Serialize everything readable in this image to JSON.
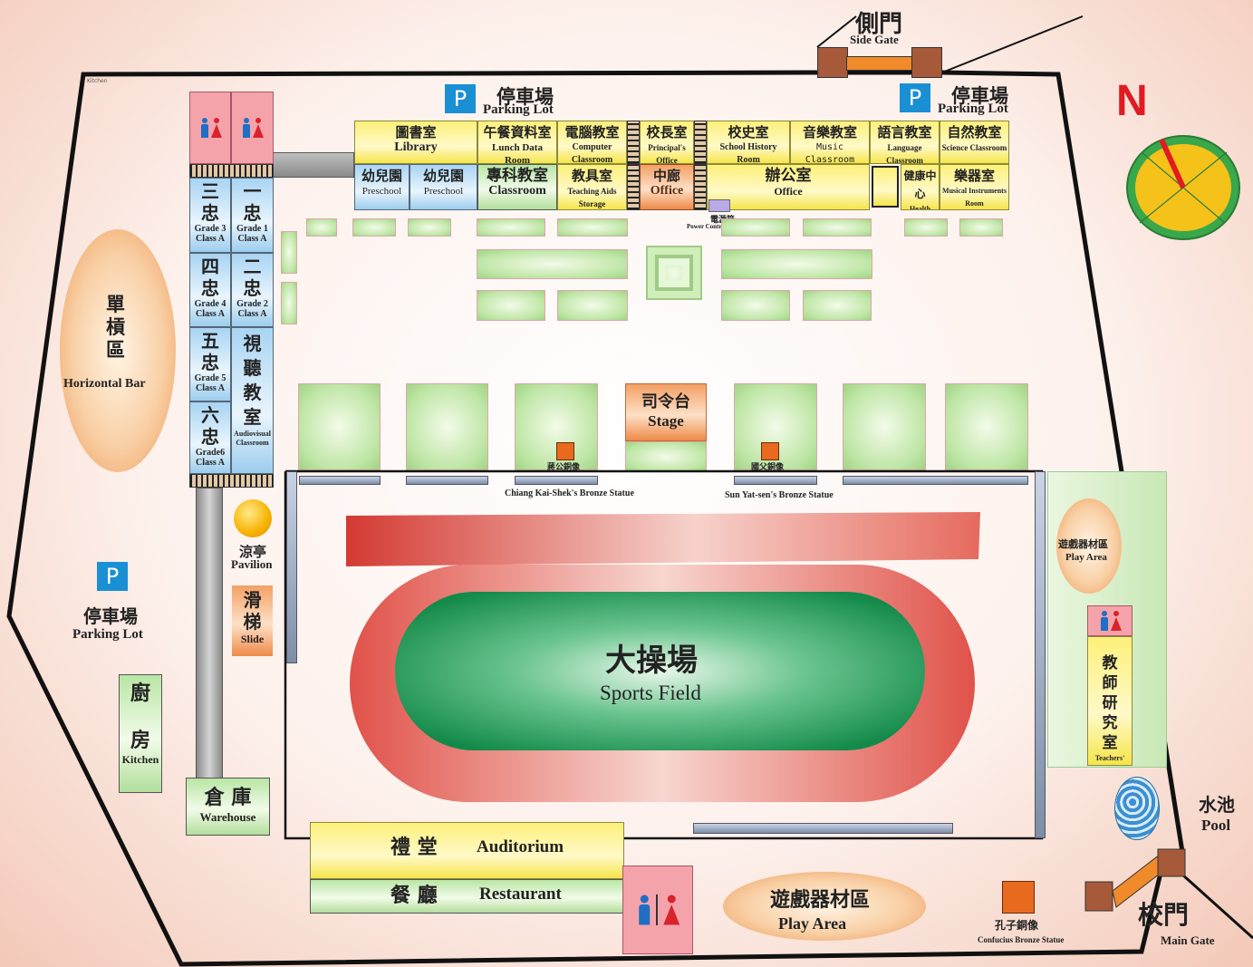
{
  "compass": {
    "letter": "N"
  },
  "gates": {
    "side_gate": {
      "cn": "側門",
      "en": "Side Gate"
    },
    "main_gate": {
      "cn": "校門",
      "en": "Main Gate"
    }
  },
  "parking": {
    "top_left": {
      "badge": "P",
      "cn": "停車場",
      "en": "Parking Lot"
    },
    "top_right": {
      "badge": "P",
      "cn": "停車場",
      "en": "Parking Lot"
    },
    "left": {
      "badge": "P",
      "cn": "停車場",
      "en": "Parking Lot"
    }
  },
  "corner_label": "Kitchen",
  "north_building": {
    "row1": [
      {
        "cn": "圖書室",
        "en": "Library"
      },
      {
        "cn": "午餐資料室",
        "en": "Lunch Data Room"
      },
      {
        "cn": "電腦教室",
        "en": "Computer Classroom"
      },
      {
        "cn": "校長室",
        "en": "Principal's Office"
      },
      {
        "cn": "校史室",
        "en": "School History Room"
      },
      {
        "cn": "音樂教室",
        "en": "Music Classroom"
      },
      {
        "cn": "語言教室",
        "en": "Language Classroom"
      },
      {
        "cn": "自然教室",
        "en": "Science Classroom"
      }
    ],
    "row2": [
      {
        "cn": "幼兒園",
        "en": "Preschool"
      },
      {
        "cn": "幼兒園",
        "en": "Preschool"
      },
      {
        "cn": "專科教室",
        "en": "Classroom"
      },
      {
        "cn": "教具室",
        "en": "Teaching Aids Storage"
      },
      {
        "cn": "中廊",
        "en": "Office"
      },
      {
        "cn": "辦公室",
        "en": "Office"
      },
      {
        "cn": "健康中心",
        "en": "Health Center"
      },
      {
        "cn": "樂器室",
        "en": "Musical Instruments Room"
      }
    ],
    "power_panel": {
      "cn": "電源箱",
      "en": "Power Control Panel"
    }
  },
  "west_building": [
    {
      "cn": "三\n忠",
      "en": "Grade 3\nClass A"
    },
    {
      "cn": "一\n忠",
      "en": "Grade 1\nClass A"
    },
    {
      "cn": "四\n忠",
      "en": "Grade 4\nClass A"
    },
    {
      "cn": "二\n忠",
      "en": "Grade 2\nClass A"
    },
    {
      "cn": "五\n忠",
      "en": "Grade 5\nClass A"
    },
    {
      "cn": "六\n忠",
      "en": "Grade6\nClass A"
    },
    {
      "cn": "視\n聽\n教\n室",
      "en": "Audiovisual\nClassroom"
    }
  ],
  "horizontal_bar": {
    "cn": "單\n槓\n區",
    "en": "Horizontal Bar"
  },
  "pavilion": {
    "cn": "涼亭",
    "en": "Pavilion"
  },
  "slide": {
    "cn": "滑\n梯",
    "en": "Slide"
  },
  "kitchen": {
    "cn": "廚\n\n房",
    "en": "Kitchen"
  },
  "warehouse": {
    "cn": "倉 庫",
    "en": "Warehouse"
  },
  "stage": {
    "cn": "司令台",
    "en": "Stage"
  },
  "statues": {
    "chiang": {
      "cn": "蔣公銅像",
      "en": "Chiang Kai-Shek's Bronze Statue"
    },
    "sun": {
      "cn": "國父銅像",
      "en": "Sun Yat-sen's Bronze Statue"
    },
    "confucius": {
      "cn": "孔子銅像",
      "en": "Confucius Bronze Statue"
    }
  },
  "sports_field": {
    "cn": "大操場",
    "en": "Sports Field"
  },
  "play_area_east": {
    "cn": "遊戲器材區",
    "en": "Play Area"
  },
  "play_area_south": {
    "cn": "遊戲器材區",
    "en": "Play Area"
  },
  "teachers_room": {
    "cn": "教\n師\n研\n究\n室",
    "en": "Teachers'\nResearch Room"
  },
  "pool": {
    "cn": "水池",
    "en": "Pool"
  },
  "auditorium": {
    "cn": "禮 堂",
    "en": "Auditorium"
  },
  "restaurant": {
    "cn": "餐 廳",
    "en": "Restaurant"
  },
  "colors": {
    "track": "#e0524a",
    "field": "#1f9b5a",
    "campus_line": "#111111",
    "compass_green": "#39a84a",
    "compass_yellow": "#f5c21a"
  }
}
